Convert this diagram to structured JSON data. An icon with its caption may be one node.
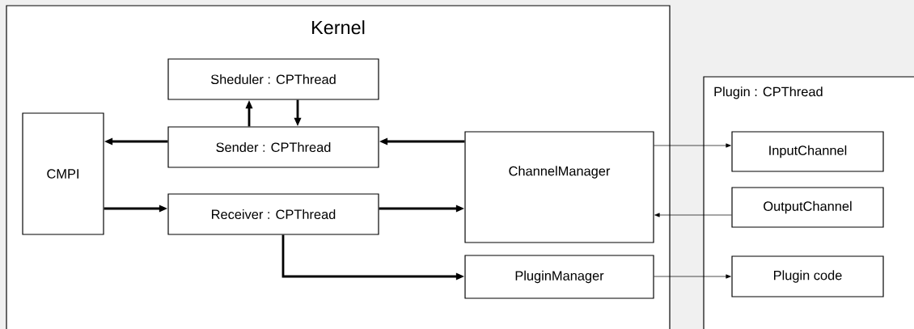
{
  "diagram": {
    "nodes": [
      {
        "text": [
          "Kernel"
        ]
      },
      {
        "text": [
          "Sheduler : CPThread"
        ],
        "in": 0
      },
      {
        "text": [
          "CMPI"
        ],
        "in": 0
      },
      {
        "text": [
          "Sender : CPThread"
        ],
        "in": 0
      },
      {
        "text": [
          "ChannelManager"
        ],
        "in": 0
      },
      {
        "text": [
          "Receiver : CPThread"
        ],
        "in": 0
      },
      {
        "text": [
          "PluginManager"
        ],
        "in": 0
      },
      {
        "text": [
          "Plugin : CPThread"
        ]
      },
      {
        "text": [
          "InputChannel"
        ],
        "in": 7
      },
      {
        "text": [
          "OutputChannel"
        ],
        "in": 7
      },
      {
        "text": [
          "Plugin code"
        ],
        "in": 7
      }
    ],
    "edges": [
      {
        "from": 3,
        "to": 1,
        "arrow": "to"
      },
      {
        "from": 1,
        "to": 3,
        "arrow": "to"
      },
      {
        "from": 3,
        "to": 2,
        "arrow": "to"
      },
      {
        "from": 4,
        "to": 3,
        "arrow": "to"
      },
      {
        "from": 2,
        "to": 5,
        "arrow": "to"
      },
      {
        "from": 5,
        "to": 4,
        "arrow": "to"
      },
      {
        "from": 5,
        "to": 6,
        "arrow": "to"
      },
      {
        "from": 4,
        "to": 8,
        "arrow": "to"
      },
      {
        "from": 9,
        "to": 4,
        "arrow": "to"
      },
      {
        "from": 6,
        "to": 10,
        "arrow": "to"
      }
    ]
  }
}
